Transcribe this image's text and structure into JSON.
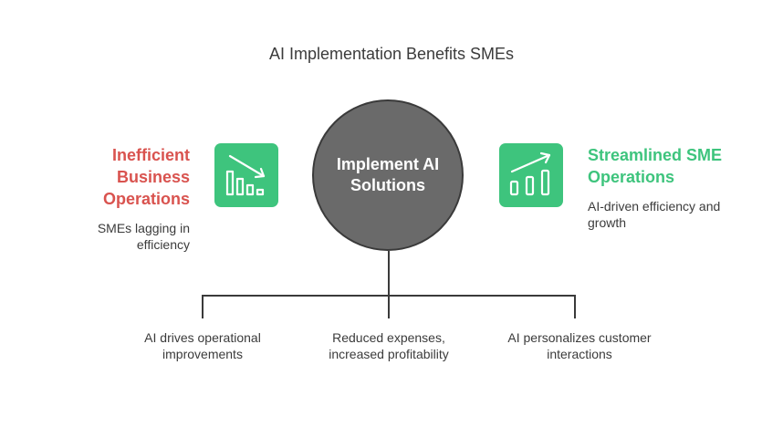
{
  "title": "AI Implementation Benefits SMEs",
  "center": {
    "label": "Implement AI Solutions"
  },
  "left": {
    "title": "Inefficient Business Operations",
    "description": "SMEs lagging in efficiency",
    "icon": "declining-bar-chart-icon",
    "title_color": "#d9534f"
  },
  "right": {
    "title": "Streamlined SME Operations",
    "description": "AI-driven efficiency and growth",
    "icon": "growing-bar-chart-icon",
    "title_color": "#3ec47d"
  },
  "branches": [
    {
      "label": "AI drives operational improvements"
    },
    {
      "label": "Reduced expenses, increased profitability"
    },
    {
      "label": "AI personalizes customer interactions"
    }
  ],
  "colors": {
    "accent_green": "#3ec47d",
    "accent_red": "#d9534f",
    "circle_fill": "#6a6a6a",
    "circle_border": "#3a3a3a",
    "connector": "#3a3a3a"
  }
}
